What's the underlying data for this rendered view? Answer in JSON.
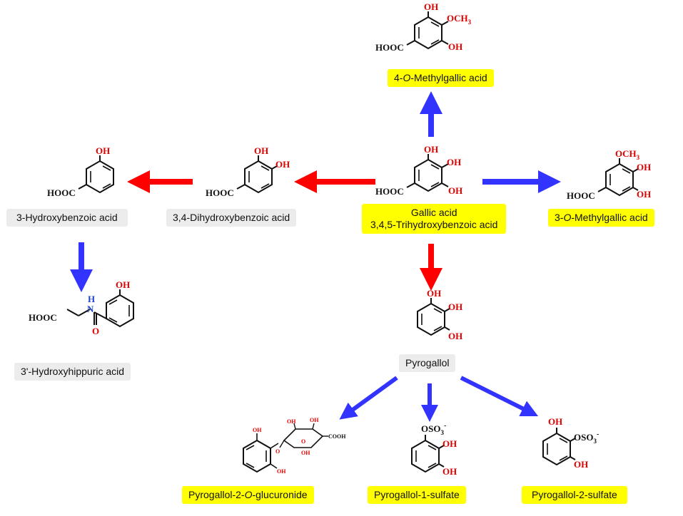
{
  "colors": {
    "red_arrow": "#ff0000",
    "blue_arrow": "#3333ff",
    "yellow_label": "#ffff00",
    "grey_label": "#ececec",
    "bond": "#111111",
    "atom_red": "#e00000",
    "atom_blue": "#2244cc"
  },
  "compounds": {
    "gallic_acid": {
      "line1": "Gallic acid",
      "line2": "3,4,5-Trihydroxybenzoic acid"
    },
    "methylgallic_4": {
      "prefix": "4-",
      "italic": "O",
      "suffix": "-Methylgallic acid"
    },
    "methylgallic_3": {
      "prefix": "3-",
      "italic": "O",
      "suffix": "-Methylgallic acid"
    },
    "dihydroxybenzoic": {
      "name": "3,4-Dihydroxybenzoic acid"
    },
    "hydroxybenzoic": {
      "name": "3-Hydroxybenzoic acid"
    },
    "hydroxyhippuric": {
      "name": "3'-Hydroxyhippuric acid"
    },
    "pyrogallol": {
      "name": "Pyrogallol"
    },
    "glucuronide": {
      "prefix": "Pyrogallol-2-",
      "italic": "O",
      "suffix": "-glucuronide"
    },
    "sulfate_1": {
      "name": "Pyrogallol-1-sulfate"
    },
    "sulfate_2": {
      "name": "Pyrogallol-2-sulfate"
    }
  },
  "atoms": {
    "oh": "OH",
    "och3_main": "OCH",
    "och3_sub": "3",
    "hooc": "HOOC",
    "cooh": "COOH",
    "n": "N",
    "h": "H",
    "o": "O",
    "oso3": "OSO",
    "so3_sub": "3",
    "minus": "-"
  }
}
